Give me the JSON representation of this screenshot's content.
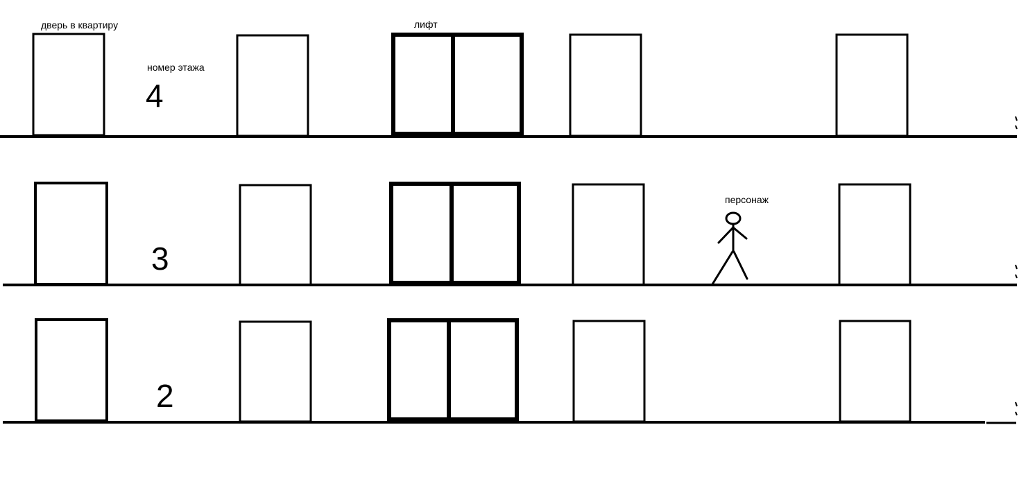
{
  "annotations": {
    "apartment_door": "дверь в квартиру",
    "elevator": "лифт",
    "floor_number": "номер этажа",
    "character": "персонаж"
  },
  "floors": [
    {
      "number": "4"
    },
    {
      "number": "3"
    },
    {
      "number": "2"
    }
  ],
  "palette": {
    "ink": "#000000",
    "paper": "#ffffff"
  }
}
